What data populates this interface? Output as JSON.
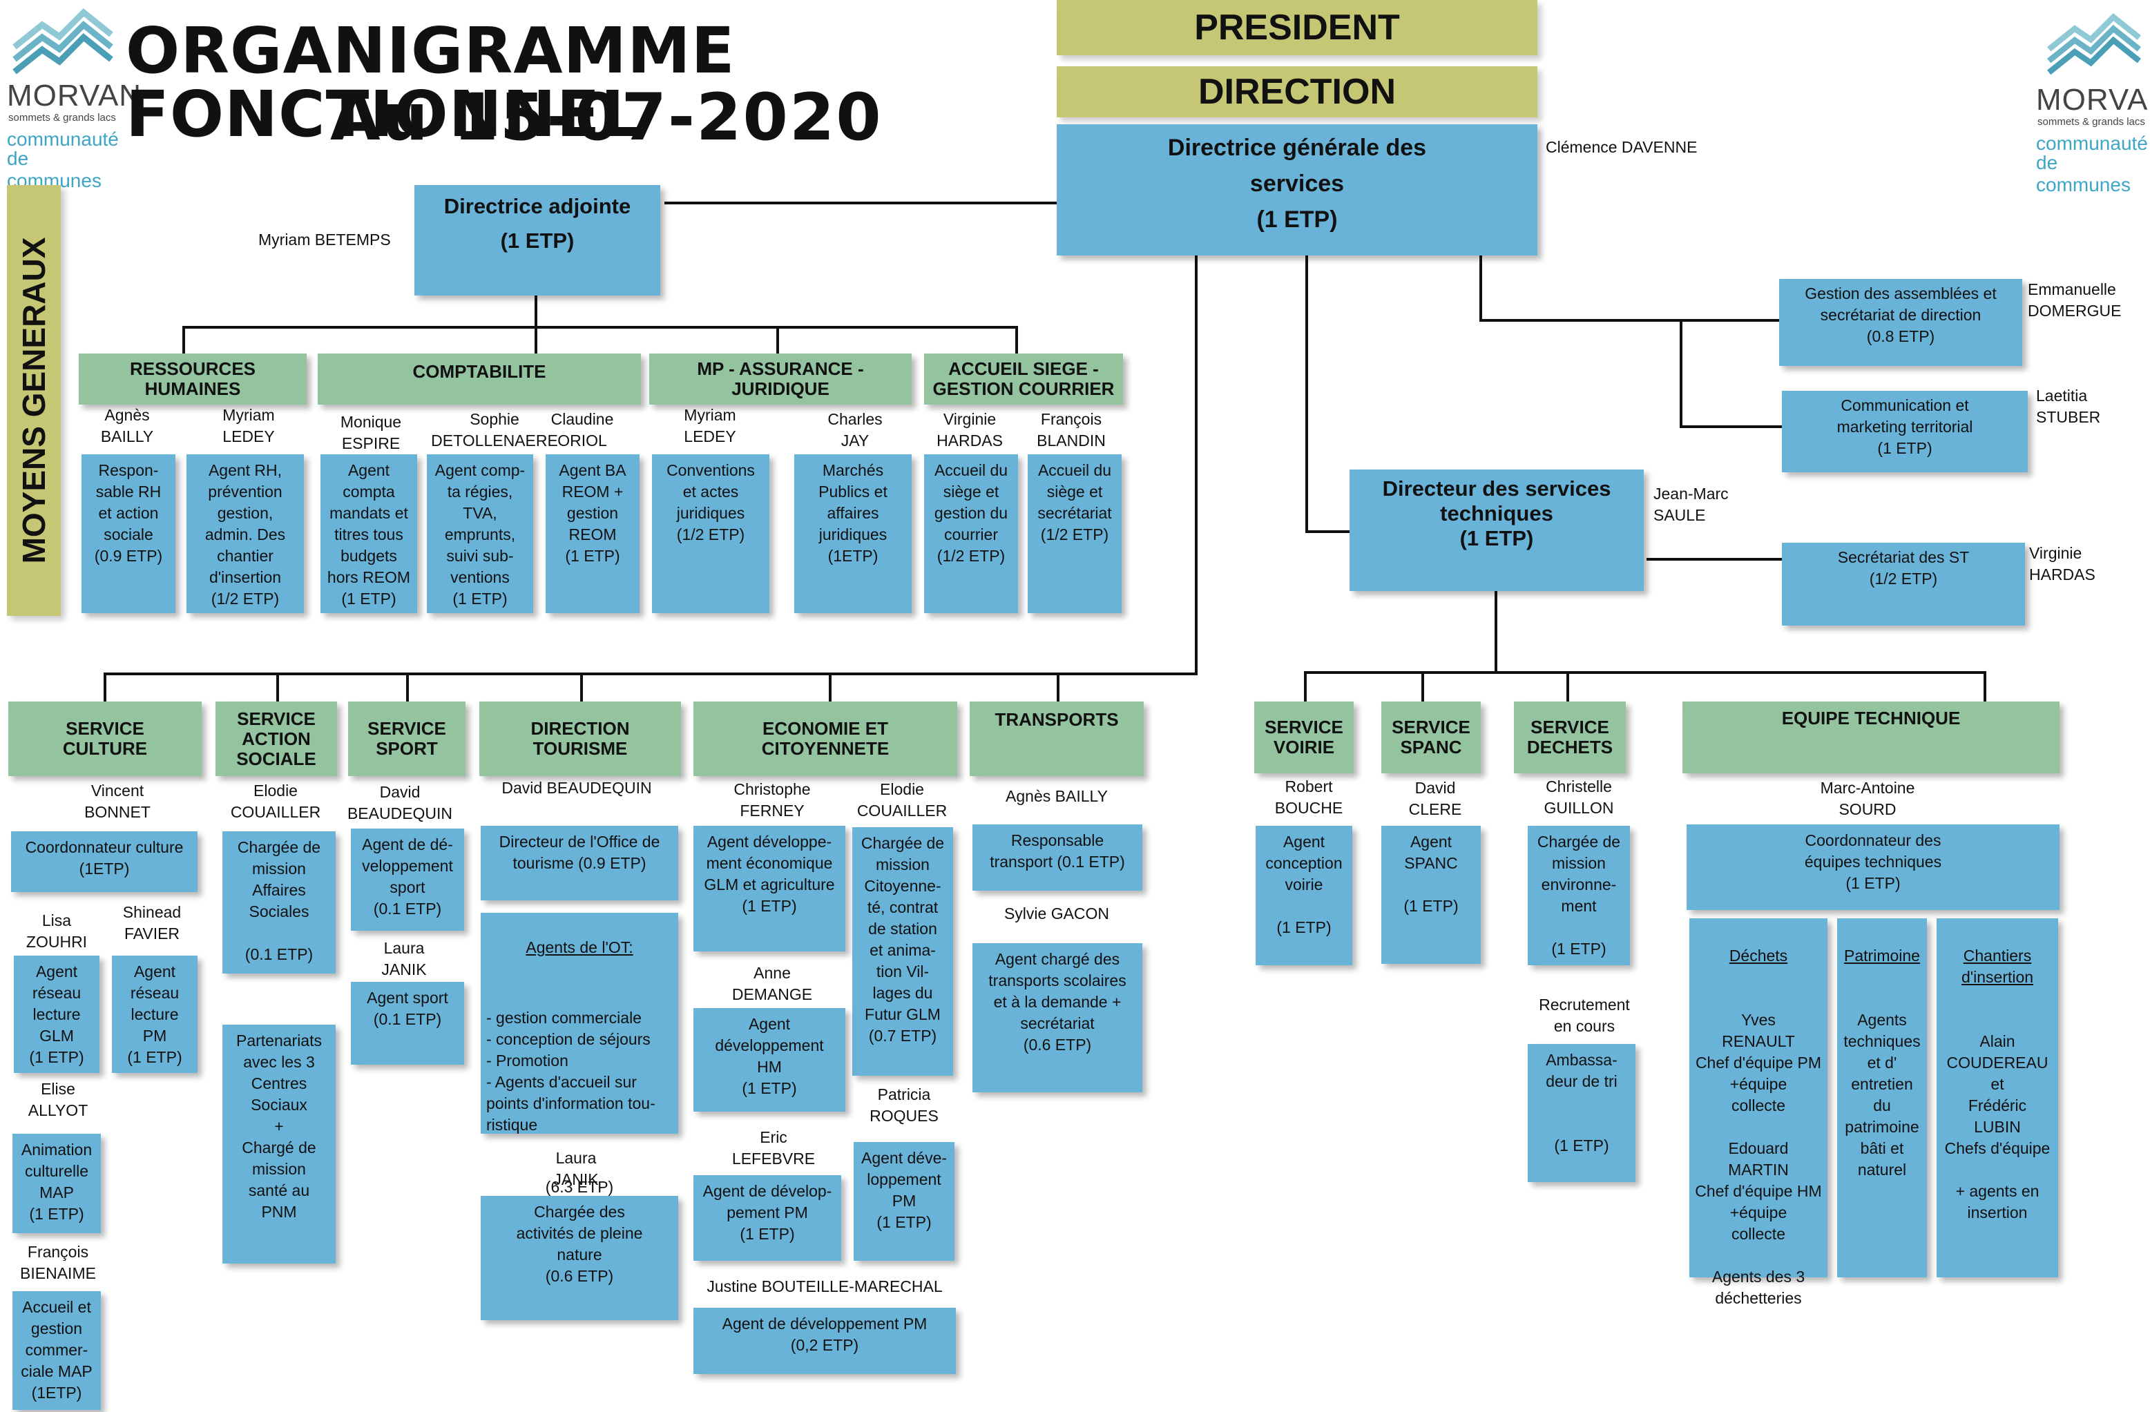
{
  "header": {
    "title_line1": "ORGANIGRAMME FONCTIONNEL",
    "title_line2": "Au 15-07-2020",
    "president": "PRESIDENT",
    "direction": "DIRECTION"
  },
  "logo": {
    "name": "MORVAN",
    "tagline": "sommets & grands lacs",
    "line1": "communauté",
    "line2": "de communes"
  },
  "side_label": "MOYENS GENERAUX",
  "dgs": {
    "title": "Directrice générale des\nservices\n(1 ETP)",
    "person": "Clémence DAVENNE"
  },
  "adjointe": {
    "title": "Directrice adjointe\n(1 ETP)",
    "person": "Myriam BETEMPS"
  },
  "right_boxes": [
    {
      "text": "Gestion des assemblées et\nsecrétariat de direction\n(0.8 ETP)",
      "person": "Emmanuelle\nDOMERGUE"
    },
    {
      "text": "Communication et\nmarketing territorial\n(1 ETP)",
      "person": "Laetitia\nSTUBER"
    },
    {
      "text": "Secrétariat des ST\n(1/2 ETP)",
      "person": "Virginie\nHARDAS"
    }
  ],
  "dst": {
    "title": "Directeur des services\ntechniques\n(1 ETP)",
    "person": "Jean-Marc\nSAULE"
  },
  "mg_heads": [
    "RESSOURCES\nHUMAINES",
    "COMPTABILITE",
    "MP - ASSURANCE -\nJURIDIQUE",
    "ACCUEIL SIEGE -\nGESTION COURRIER"
  ],
  "mg_people": [
    {
      "name": "Agnès\nBAILLY",
      "box": "Respon-\nsable RH\net action\nsociale\n(0.9 ETP)"
    },
    {
      "name": "Myriam\nLEDEY",
      "box": "Agent RH,\nprévention\ngestion,\nadmin. Des\nchantier\nd'insertion\n(1/2 ETP)"
    },
    {
      "name": "Monique\nESPIRE",
      "box": "Agent\ncompta\nmandats et\ntitres tous\nbudgets\nhors REOM\n(1 ETP)"
    },
    {
      "name": "Sophie\nDETOLLENAERE",
      "box": "Agent comp-\nta régies,\nTVA,\nemprunts,\nsuivi sub-\nventions\n(1 ETP)"
    },
    {
      "name": "Claudine\nORIOL",
      "box": "Agent BA\nREOM +\ngestion\nREOM\n(1 ETP)"
    },
    {
      "name": "Myriam\nLEDEY",
      "box": "Conventions\net actes\njuridiques\n(1/2 ETP)"
    },
    {
      "name": "Charles\nJAY",
      "box": "Marchés\nPublics et\naffaires\njuridiques\n(1ETP)"
    },
    {
      "name": "Virginie\nHARDAS",
      "box": "Accueil du\nsiège et\ngestion du\ncourrier\n(1/2 ETP)"
    },
    {
      "name": "François\nBLANDIN",
      "box": "Accueil du\nsiège et\nsecrétariat\n(1/2 ETP)"
    }
  ],
  "services": [
    "SERVICE\nCULTURE",
    "SERVICE\nACTION\nSOCIALE",
    "SERVICE\nSPORT",
    "DIRECTION\nTOURISME",
    "ECONOMIE ET\nCITOYENNETE",
    "TRANSPORTS"
  ],
  "culture": {
    "n1": "Vincent\nBONNET",
    "b1": "Coordonnateur culture\n(1ETP)",
    "n2": "Lisa\nZOUHRI",
    "b2": "Agent\nréseau\nlecture\nGLM\n(1 ETP)",
    "n3": "Shinead\nFAVIER",
    "b3": "Agent\nréseau\nlecture\nPM\n(1 ETP)",
    "n4": "Elise\nALLYOT",
    "b4": "Animation\nculturelle\nMAP\n(1 ETP)",
    "n5": "François\nBIENAIME",
    "b5": "Accueil et\ngestion\ncommer-\nciale MAP\n(1ETP)"
  },
  "social": {
    "n1": "Elodie\nCOUAILLER",
    "b1": "Chargée de\nmission\nAffaires\nSociales\n\n(0.1 ETP)",
    "b2": "Partenariats\navec les 3\nCentres\nSociaux\n+\nChargé de\nmission\nsanté au\nPNM"
  },
  "sport": {
    "n1": "David\nBEAUDEQUIN",
    "b1": "Agent de dé-\nveloppement\nsport\n(0.1 ETP)",
    "n2": "Laura\nJANIK",
    "b2": "Agent sport\n(0.1 ETP)"
  },
  "tourisme": {
    "n1": "David BEAUDEQUIN",
    "b1": "Directeur de l'Office de\ntourisme (0.9 ETP)",
    "ot_title": "Agents de l'OT:",
    "ot_list": "- gestion commerciale\n- conception de séjours\n- Promotion\n- Agents d'accueil sur\npoints d'information tou-\nristique",
    "ot_etp": "(6.3 ETP)",
    "n2": "Laura\nJANIK",
    "b2": "Chargée des\nactivités de pleine\nnature\n(0.6 ETP)"
  },
  "economie": {
    "n1": "Christophe\nFERNEY",
    "b1": "Agent développe-\nment économique\nGLM et agriculture\n(1 ETP)",
    "n2": "Elodie\nCOUAILLER",
    "b2": "Chargée de\nmission\nCitoyenne-\nté, contrat\nde station\net anima-\ntion Vil-\nlages du\nFutur GLM\n(0.7 ETP)",
    "n3": "Anne\nDEMANGE",
    "b3": "Agent\ndéveloppement\nHM\n(1 ETP)",
    "n4": "Patricia\nROQUES",
    "b4": "Agent déve-\nloppement\nPM\n(1 ETP)",
    "n5": "Eric\nLEFEBVRE",
    "b5": "Agent de dévelop-\npement PM\n(1 ETP)",
    "n6": "Justine  BOUTEILLE-MARECHAL",
    "b6": "Agent de développement PM\n(0,2 ETP)"
  },
  "transports": {
    "n1": "Agnès BAILLY",
    "b1": "Responsable\ntransport (0.1 ETP)",
    "n2": "Sylvie GACON",
    "b2": "Agent chargé des\ntransports scolaires\net à la demande +\nsecrétariat\n(0.6 ETP)"
  },
  "tech_heads": [
    "SERVICE\nVOIRIE",
    "SERVICE\nSPANC",
    "SERVICE\nDECHETS",
    "EQUIPE TECHNIQUE"
  ],
  "voirie": {
    "n1": "Robert\nBOUCHE",
    "b1": "Agent\nconception\nvoirie\n\n(1 ETP)"
  },
  "spanc": {
    "n1": "David\nCLERE",
    "b1": "Agent\nSPANC\n\n(1 ETP)"
  },
  "dechets": {
    "n1": "Christelle\nGUILLON",
    "b1": "Chargée de\nmission\nenvironne-\nment\n\n(1 ETP)",
    "n2": "Recrutement\nen cours",
    "b2": "Ambassa-\ndeur de tri\n\n\n(1 ETP)"
  },
  "equipe": {
    "n1": "Marc-Antoine\nSOURD",
    "b1": "Coordonnateur des\néquipes techniques\n(1 ETP)",
    "c1_title": "Déchets",
    "c1_text": "\nYves\nRENAULT\nChef d'équipe PM\n+équipe\ncollecte\n\nEdouard\nMARTIN\nChef d'équipe HM\n+équipe\ncollecte\n\nAgents des 3\ndéchetteries",
    "c2_title": "Patrimoine",
    "c2_text": "\nAgents\ntechniques\net d'\nentretien du\npatrimoine\nbâti et\nnaturel",
    "c3_title": "Chantiers\nd'insertion",
    "c3_text": "\nAlain\nCOUDEREAU\net\nFrédéric\nLUBIN\nChefs d'équipe\n\n+ agents en\ninsertion"
  }
}
